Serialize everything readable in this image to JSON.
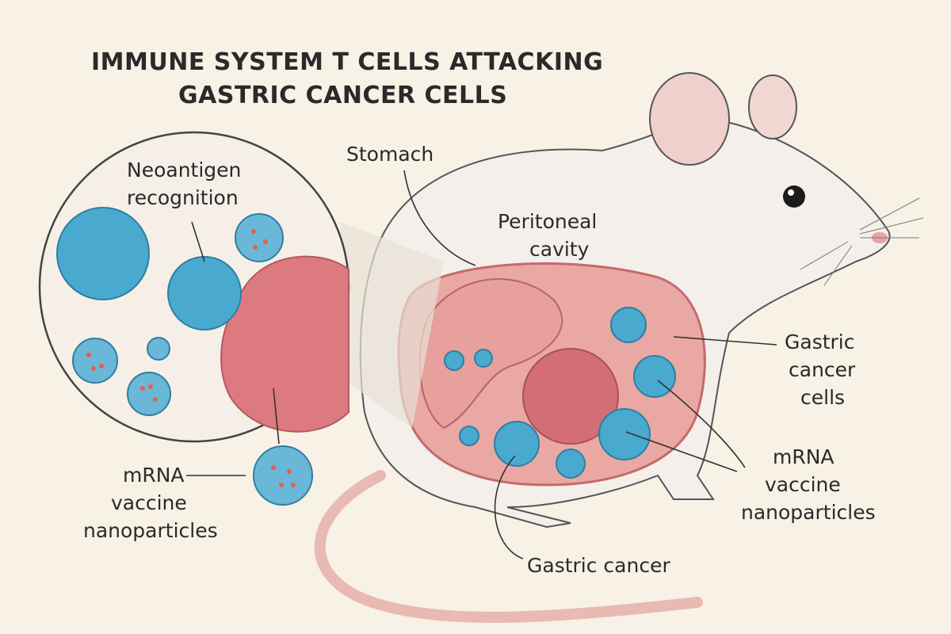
{
  "title": {
    "line1": "IMMUNE SYSTEM T CELLS ATTACKING",
    "line2": "GASTRIC CANCER CELLS"
  },
  "labels": {
    "neoantigen": [
      "Neoantigen",
      "recognition"
    ],
    "stomach": "Stomach",
    "peritoneal": [
      "Peritoneal",
      "cavity"
    ],
    "gastric_cells": [
      "Gastric",
      "cancer",
      "cells"
    ],
    "mrna_right": [
      "mRNA",
      "vaccine",
      "nanoparticles"
    ],
    "mrna_left": [
      "mRNA",
      "vaccine",
      "nanoparticles"
    ],
    "gastric_cancer": "Gastric cancer"
  },
  "colors": {
    "background": "#f7f1e6",
    "tcell": "#4aa9cf",
    "cancer": "#d9747a",
    "nanoparticle_dot": "#e4604c",
    "mouse": "#f4efeb"
  }
}
